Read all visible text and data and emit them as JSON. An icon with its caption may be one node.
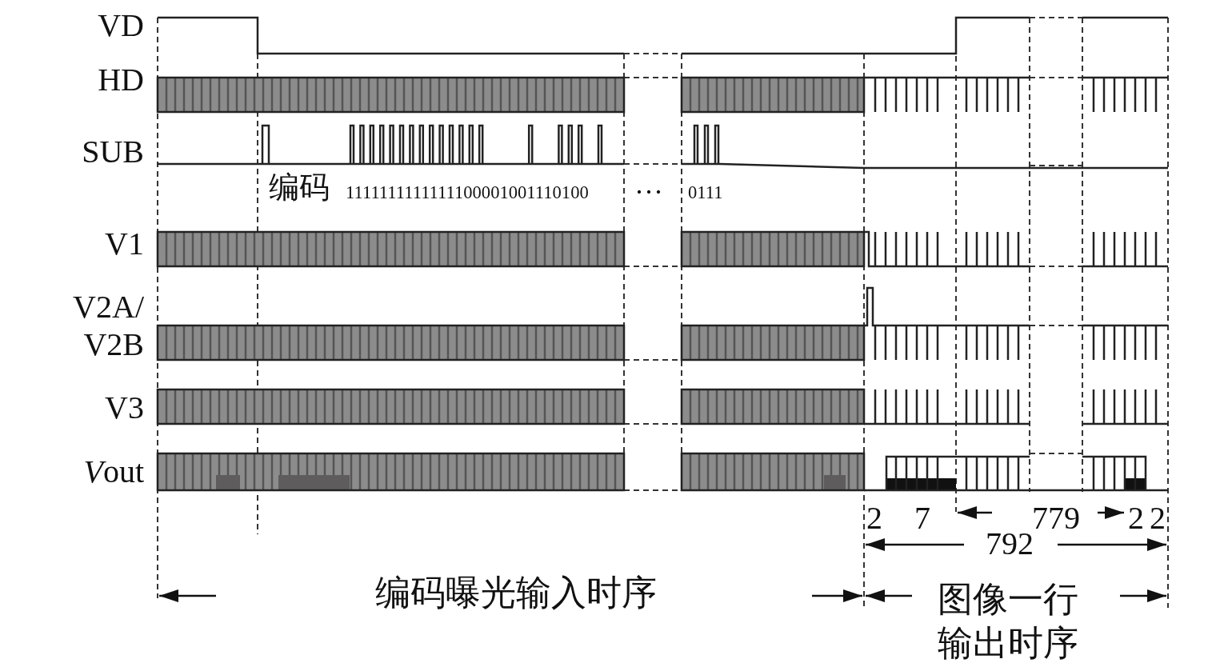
{
  "diagram": {
    "labels": [
      "VD",
      "HD",
      "SUB",
      "编码",
      "1111111111111100001001110100",
      "···",
      "0111",
      "V1",
      "V2A/ V2B",
      "V3",
      "Vout",
      "2",
      "7",
      "779",
      "2",
      "2",
      "792",
      "编码曝光输入时序",
      "图像一行输出时序"
    ]
  }
}
